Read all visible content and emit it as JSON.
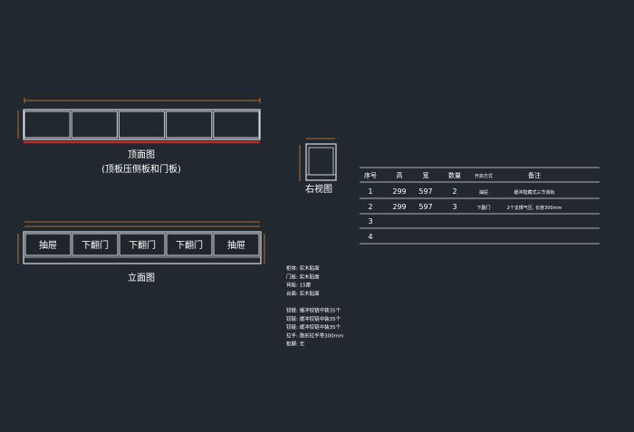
{
  "colors": {
    "background": "#212830",
    "line": "#d8dde2",
    "dim": "#e0832a",
    "red": "#c0282c",
    "text": "#ffffff",
    "panel_fill": "#1e252c"
  },
  "top_view": {
    "title": "顶面图",
    "subtitle": "(顶板压侧板和门板)"
  },
  "side_view": {
    "title": "右视图"
  },
  "front_view": {
    "title": "立面图",
    "panels": [
      "抽屉",
      "下翻门",
      "下翻门",
      "下翻门",
      "抽屉"
    ]
  },
  "notes": [
    "柜体: 实木贴面",
    "门板: 实木贴面",
    "背板: 15厘",
    "台面: 实木贴面",
    "",
    "铰链: 缓冲铰链中装35个",
    "铰链: 缓冲铰链中装35个",
    "铰链: 缓冲铰链中装35个",
    "拉手: 隐形拉手带300mm",
    "柜脚: 无"
  ],
  "table": {
    "headers": [
      "序号",
      "高",
      "宽",
      "数量",
      "开启方式",
      "备注"
    ],
    "rows": [
      [
        "1",
        "299",
        "597",
        "2",
        "抽屉",
        "缓冲隐藏式三节滑轨"
      ],
      [
        "2",
        "299",
        "597",
        "3",
        "下翻门",
        "2个支撑气压, 长度300mm"
      ],
      [
        "3",
        "",
        "",
        "",
        "",
        ""
      ],
      [
        "4",
        "",
        "",
        "",
        "",
        ""
      ]
    ]
  }
}
